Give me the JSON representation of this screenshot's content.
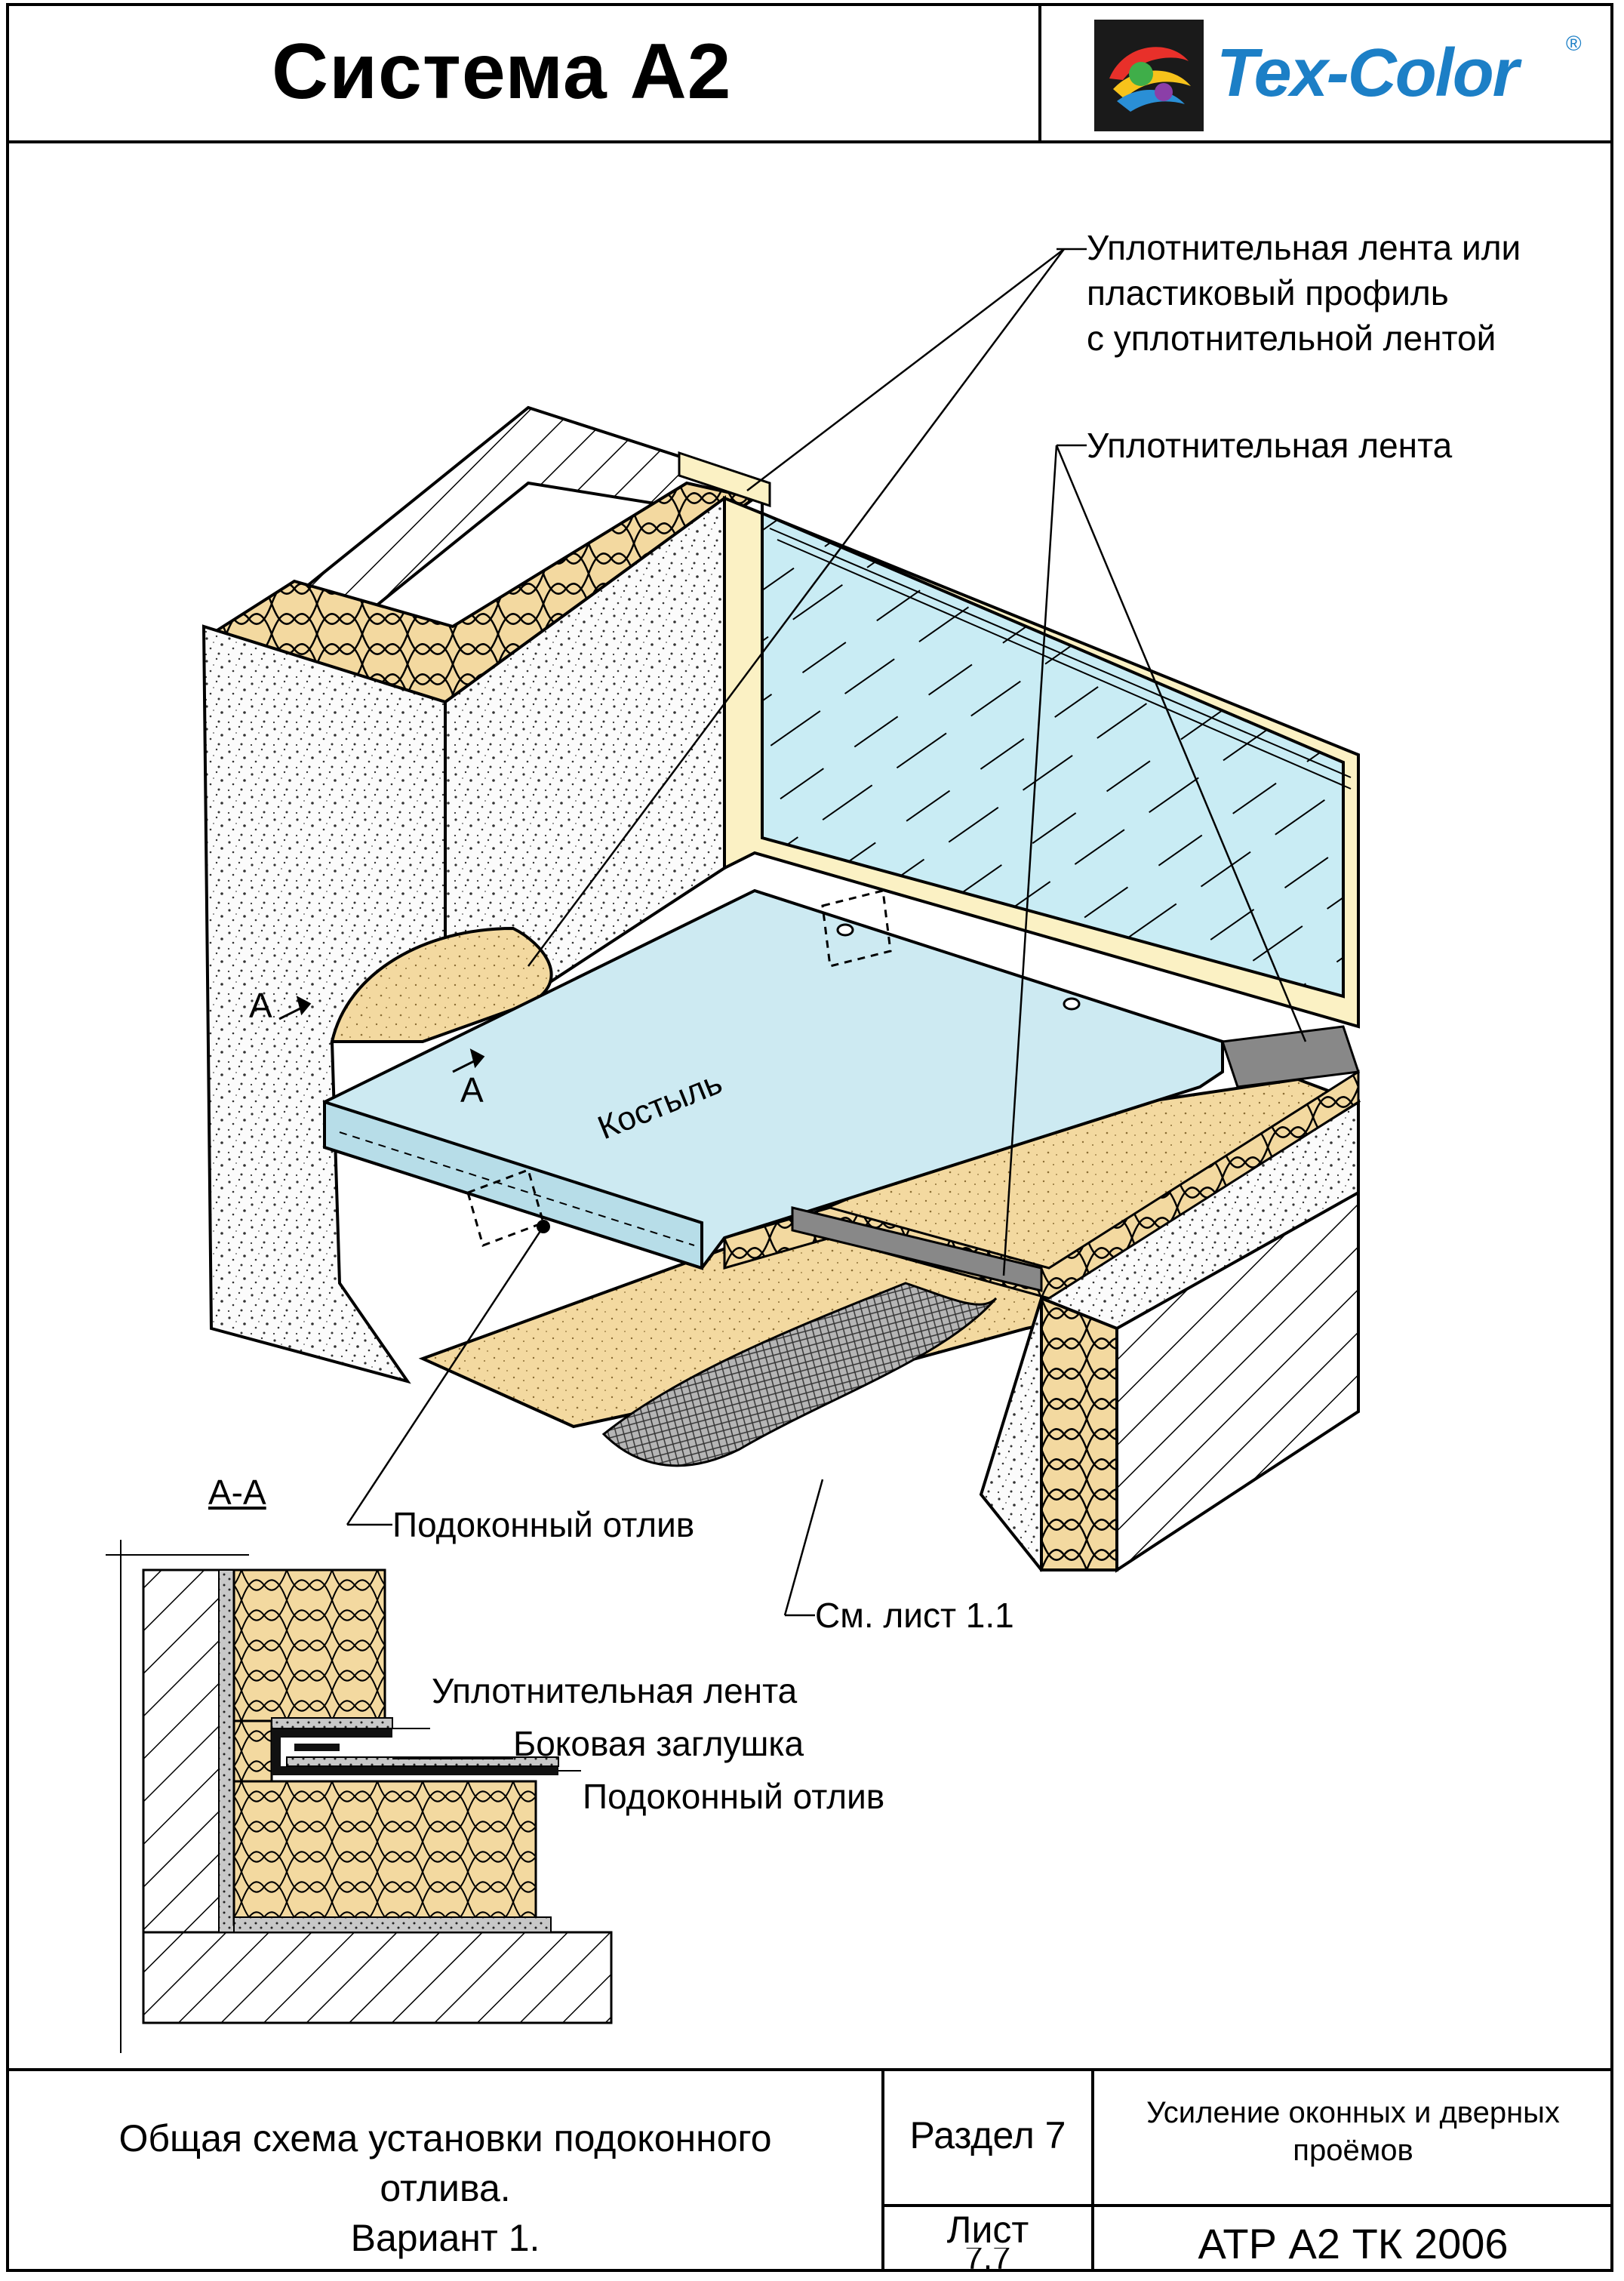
{
  "header": {
    "title": "Система А2",
    "logo_text": "Tex-Color",
    "logo_mark": "®"
  },
  "callouts": {
    "seal_tape_or_profile": [
      "Уплотнительная лента  или",
      "пластиковый профиль",
      "с уплотнительной лентой"
    ],
    "seal_tape": "Уплотнительная лента",
    "sill_drip": "Подоконный отлив",
    "see_sheet": "См. лист 1.1",
    "anchor": "Костыль",
    "section_mark": "А",
    "section_title": "А-А"
  },
  "section_callouts": {
    "seal_tape": "Уплотнительная лента",
    "side_cap": "Боковая заглушка",
    "sill_drip": "Подоконный отлив"
  },
  "title_block": {
    "description": [
      "Общая схема установки подоконного",
      "отлива.",
      "Вариант 1."
    ],
    "section_label": "Раздел 7",
    "topic": [
      "Усиление оконных и дверных",
      "проёмов"
    ],
    "sheet_label": "Лист",
    "sheet_number": "7.7",
    "doc_code": "АТР А2 ТК 2006"
  },
  "colors": {
    "insulation": "#f3d9a0",
    "glass": "#c9ecf4",
    "sill": "#cdeaf2",
    "frame": "#fbf1c4",
    "plaster": "#f7f7f7",
    "mesh": "#8a8a8a",
    "logo_blue": "#1c7fc6"
  }
}
